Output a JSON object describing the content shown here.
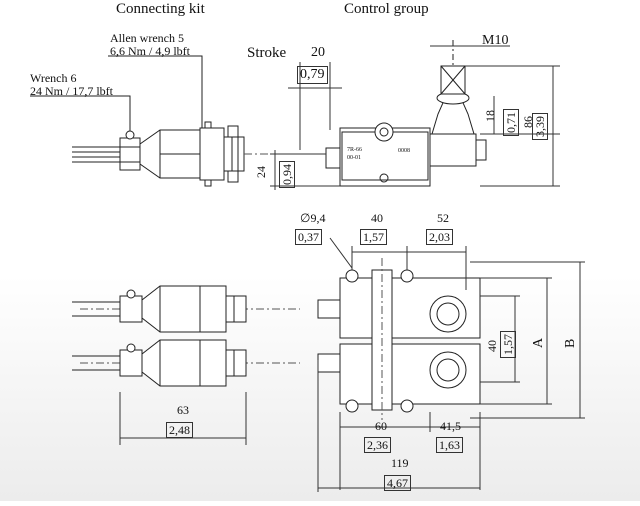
{
  "headings": {
    "kit": "Connecting kit",
    "group": "Control group"
  },
  "notes": {
    "allen_name": "Allen wrench 5",
    "allen_torque": "6,6 Nm / 4,9 lbft",
    "wrench_name": "Wrench 6",
    "wrench_torque": "24 Nm / 17,7 lbft"
  },
  "dims": {
    "stroke_label": "Stroke",
    "stroke_mm": "20",
    "stroke_in": "0,79",
    "thread": "M10",
    "d18_mm": "18",
    "d18_in": "0,71",
    "d86_mm": "86",
    "d86_in": "3,39",
    "d24_mm": "24",
    "d24_in": "0,94",
    "hole_mm": "∅9,4",
    "hole_in": "0,37",
    "d40a_mm": "40",
    "d40a_in": "1,57",
    "d52_mm": "52",
    "d52_in": "2,03",
    "d40b_mm": "40",
    "d40b_in": "1,57",
    "dimA": "A",
    "dimB": "B",
    "d63_mm": "63",
    "d63_in": "2,48",
    "d60_mm": "60",
    "d60_in": "2,36",
    "d41_mm": "41,5",
    "d41_in": "1,63",
    "d119_mm": "119",
    "d119_in": "4,67"
  },
  "housing_text": {
    "left": "7R-66",
    "left2": "00-01",
    "right": "0008"
  }
}
